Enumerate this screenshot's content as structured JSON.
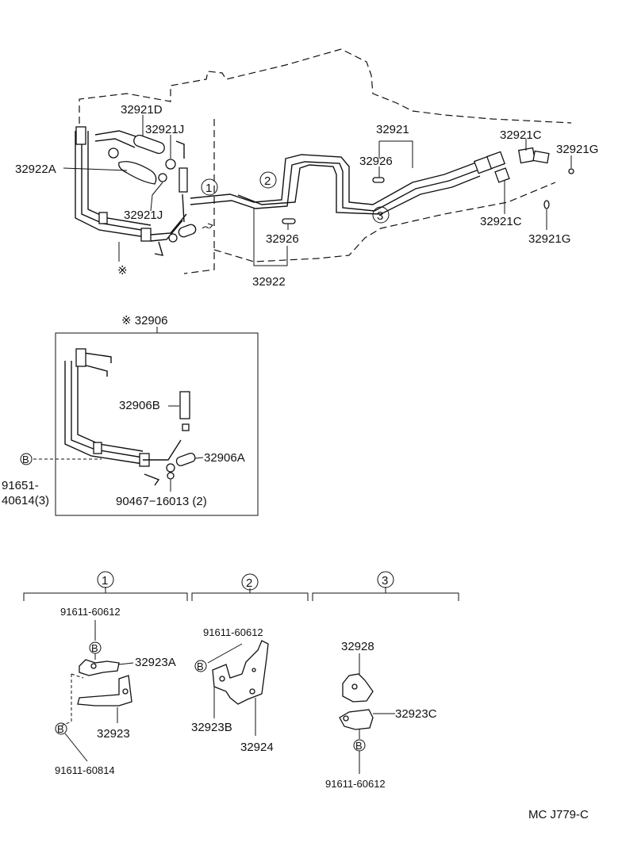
{
  "labels": {
    "p32921D": "32921D",
    "p32921J_top": "32921J",
    "p32922A": "32922A",
    "p32921J_bot": "32921J",
    "p32921": "32921",
    "p32926_top": "32926",
    "p32921C_top": "32921C",
    "p32921G_top": "32921G",
    "p32921C_bot": "32921C",
    "p32921G_bot": "32921G",
    "p32926_bot": "32926",
    "p32922": "32922",
    "p32906": "32906",
    "p32906B": "32906B",
    "p32906A": "32906A",
    "p91651": "91651-",
    "p40614": "40614(3)",
    "p90467": "90467−16013 (2)",
    "s1_bolt": "91611-60612",
    "s1_32923A": "32923A",
    "s1_32923": "32923",
    "s1_bolt2": "91611-60814",
    "s2_bolt": "91611-60612",
    "s2_32923B": "32923B",
    "s2_32924": "32924",
    "s3_32928": "32928",
    "s3_32923C": "32923C",
    "s3_bolt": "91611-60612",
    "footer": "MC J779-C"
  },
  "markers": {
    "asterisk": "※",
    "circle1": "1",
    "circle2": "2",
    "circle3": "3",
    "bolt": "B"
  }
}
